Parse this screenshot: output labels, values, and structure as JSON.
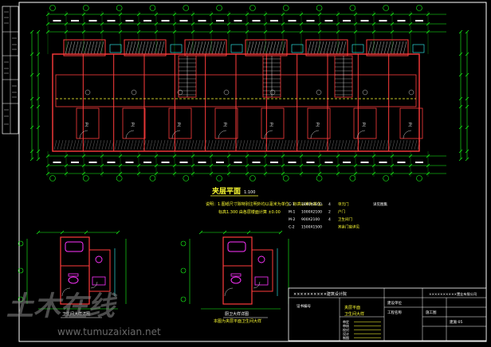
{
  "colors": {
    "background": "#000000",
    "frame": "#ffffff",
    "wall": "#ff3b3b",
    "dimension": "#19ff19",
    "axis": "#19ff19",
    "fixture": "#ff33ff",
    "text_yellow": "#ffff33",
    "text_white": "#ffffff",
    "hatch": "#9a9a9a",
    "window": "#33ffff"
  },
  "plan": {
    "title": "夹层平面",
    "scale": "1:100",
    "room_label": "卫",
    "room_count": 8,
    "balcony_count": 6
  },
  "notes": {
    "line1": "说明：1.图纸尺寸除特别注明外均以毫米为单位，标高以米为单位，",
    "line2": "标高1.300 由各层楼面计算 ±0.00"
  },
  "legend": {
    "rows": [
      {
        "code": "C-1",
        "spec": "1800X2100",
        "qty": "4",
        "type": "单元门",
        "note": "详见图集"
      },
      {
        "code": "M-1",
        "spec": "1000X2100",
        "qty": "2",
        "type": "户门",
        "note": ""
      },
      {
        "code": "M-2",
        "spec": "900X2100",
        "qty": "4",
        "type": "卫生间门",
        "note": ""
      },
      {
        "code": "C-2",
        "spec": "1500X1500",
        "qty": "",
        "type": "其余门窗详见",
        "note": ""
      }
    ]
  },
  "details": {
    "left_title": "卫生间大样详图",
    "right_title": "厨卫大样详图",
    "right_note": "本图为夹层平面卫生间大样"
  },
  "title_block": {
    "company": "××××××××××建筑设计院",
    "client_prefix": "××××××××××置业有限公司",
    "project_label": "建设单位",
    "project_name_label": "工程名称",
    "drawing_title": "夹层平面",
    "drawing_subtitle": "卫生间大样",
    "stage": "施工图",
    "cert": "证书编号",
    "approve_labels": [
      "审定",
      "审核",
      "校对",
      "设计",
      "制图"
    ],
    "sheet_no": "建施-05"
  },
  "watermark": {
    "big": "土木在线",
    "url": "www.tumuzaixian.net"
  }
}
